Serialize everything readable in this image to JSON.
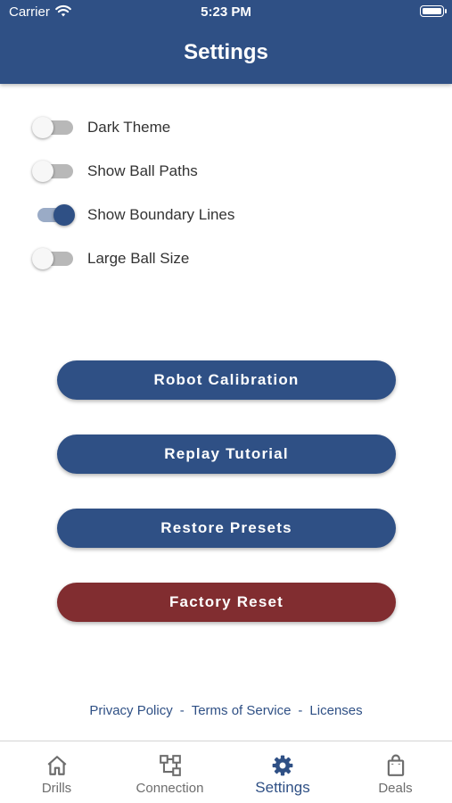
{
  "status_bar": {
    "carrier": "Carrier",
    "time": "5:23 PM"
  },
  "header": {
    "title": "Settings"
  },
  "toggles": [
    {
      "label": "Dark Theme",
      "on": false
    },
    {
      "label": "Show Ball Paths",
      "on": false
    },
    {
      "label": "Show Boundary Lines",
      "on": true
    },
    {
      "label": "Large Ball Size",
      "on": false
    }
  ],
  "buttons": {
    "robot_calibration": "Robot Calibration",
    "replay_tutorial": "Replay Tutorial",
    "restore_presets": "Restore Presets",
    "factory_reset": "Factory Reset"
  },
  "footer": {
    "privacy": "Privacy Policy",
    "separator": "-",
    "terms": "Terms of Service",
    "licenses": "Licenses"
  },
  "tabs": [
    {
      "label": "Drills",
      "icon": "home-icon",
      "active": false
    },
    {
      "label": "Connection",
      "icon": "connection-icon",
      "active": false
    },
    {
      "label": "Settings",
      "icon": "gear-icon",
      "active": true
    },
    {
      "label": "Deals",
      "icon": "shopping-bag-icon",
      "active": false
    }
  ],
  "colors": {
    "primary": "#2f5085",
    "danger": "#812d30",
    "switch_off_track": "#b8b8b8",
    "switch_on_track": "#9aabc6"
  }
}
